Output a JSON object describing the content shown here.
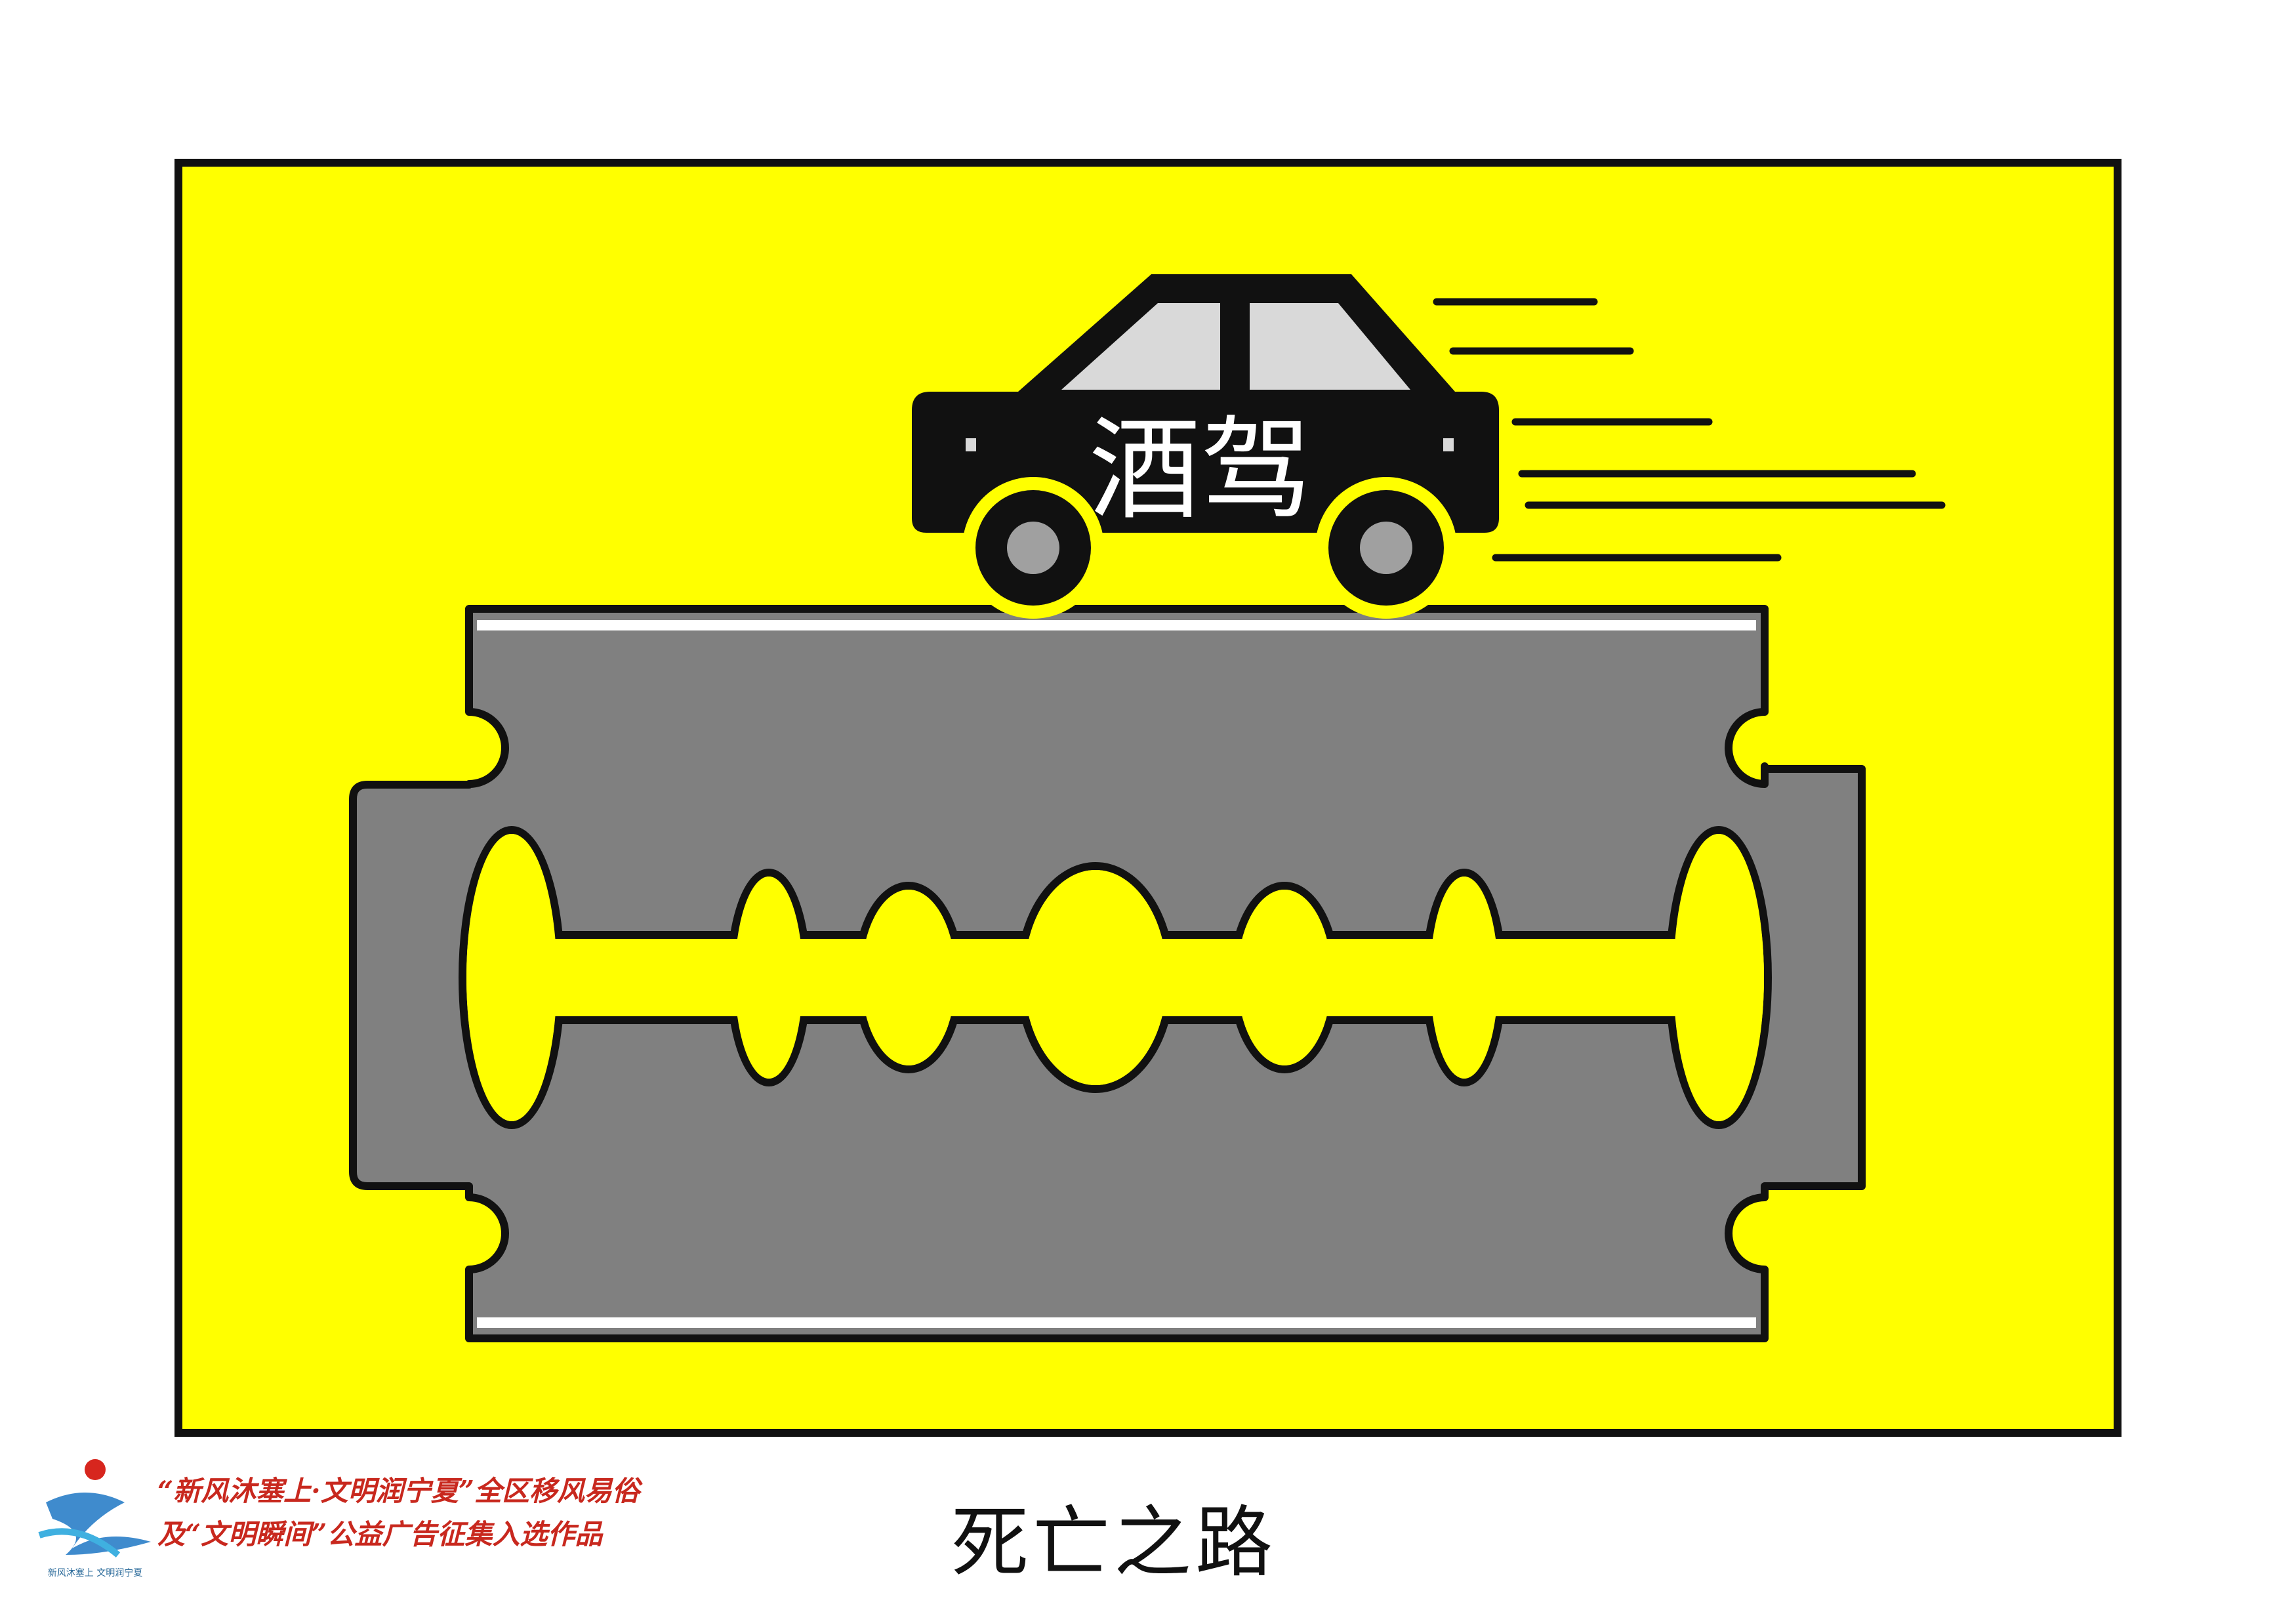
{
  "poster": {
    "car_label": "酒驾",
    "title": "死亡之路",
    "campaign_line1": "“新风沐塞上·文明润宁夏”全区移风易俗",
    "campaign_line2": "及“文明瞬间”公益广告征集入选作品",
    "logo_text": "新风沐塞上 文明润宁夏"
  },
  "colors": {
    "panel_yellow": "#ffff00",
    "road_gray": "#808080",
    "car_black": "#111111",
    "window_gray": "#d9d9d9",
    "hub_gray": "#a0a0a0",
    "caption_red": "#c8281e",
    "logo_blue": "#2a7ec8"
  },
  "icons": {
    "car": "car-icon",
    "blade": "razor-blade-road-icon",
    "logo": "campaign-logo-icon"
  }
}
